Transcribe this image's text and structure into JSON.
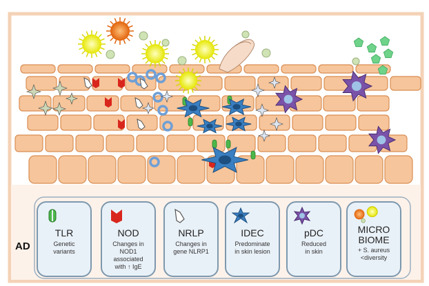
{
  "label": "AD",
  "panels": [
    {
      "id": "tlr",
      "title": "TLR",
      "desc": "Genetic\nvariants",
      "icon": "tlr-receptor-icon"
    },
    {
      "id": "nod",
      "title": "NOD",
      "desc": "Changes in\nNOD1\nassociated\nwith ↑ IgE",
      "icon": "nod-receptor-icon"
    },
    {
      "id": "nrlp",
      "title": "NRLP",
      "desc": "Changes in\ngene NLRP1",
      "icon": "nrlp-receptor-icon"
    },
    {
      "id": "idec",
      "title": "IDEC",
      "desc": "Predominate\nin skin lesion",
      "icon": "idec-cell-icon"
    },
    {
      "id": "pdc",
      "title": "pDC",
      "desc": "Reduced\nin skin",
      "icon": "pdc-cell-icon"
    },
    {
      "id": "microbiome",
      "title": "MICRO\nBIOME",
      "desc": "+ S. aureus\n<diversity",
      "icon": "microbe-icon"
    }
  ],
  "colors": {
    "keratinocyte": "#f6c59b",
    "keratinocyte_border": "#d98e54",
    "frame": "#f4d2b6",
    "basal_band": "#f9e5d6",
    "idec": "#3a7fc1",
    "pdc": "#7a52a8",
    "nucleus": "#9ec3e6",
    "tlr": "#4cb84a",
    "nod": "#d9261c",
    "microbe_yellow": "#e8e81a",
    "microbe_orange": "#e86f0c",
    "pentagon": "#6fd38a",
    "panel_fill": "#e9f1f8",
    "panel_border": "#7d98ad"
  }
}
